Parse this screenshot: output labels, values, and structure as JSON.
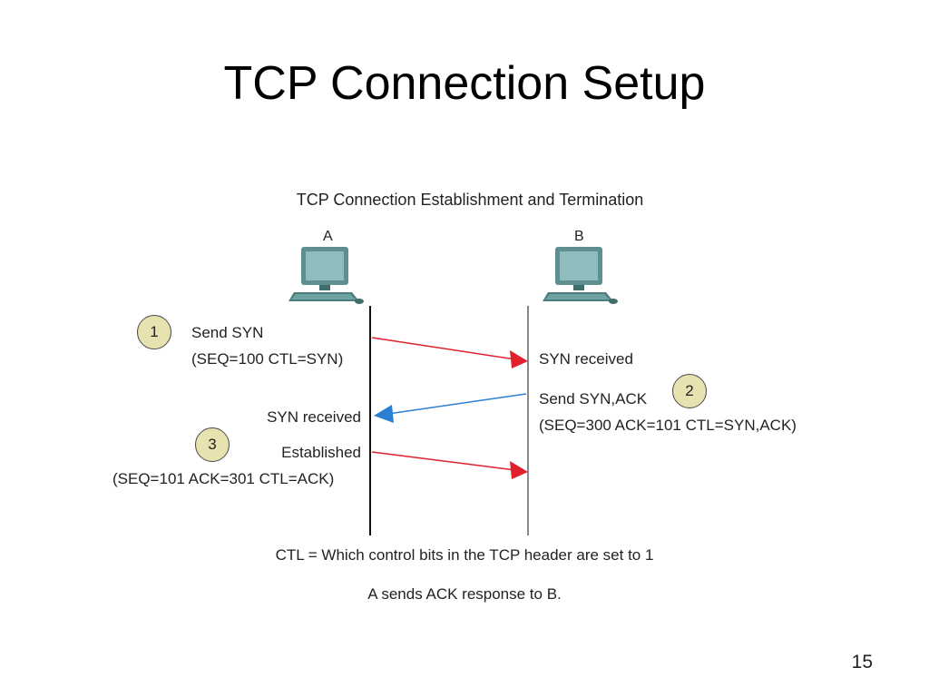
{
  "title": "TCP Connection Setup",
  "diagram": {
    "heading": "TCP Connection Establishment and Termination",
    "host_a": {
      "label": "A"
    },
    "host_b": {
      "label": "B"
    },
    "steps": [
      {
        "badge": "1",
        "lines": [
          "Send SYN",
          "(SEQ=100 CTL=SYN)"
        ],
        "arrow": "A-to-B",
        "arrow_color": "#e0202a",
        "receiver_text": "SYN received"
      },
      {
        "badge": "2",
        "lines": [
          "Send SYN,ACK",
          "(SEQ=300 ACK=101 CTL=SYN,ACK)"
        ],
        "arrow": "B-to-A",
        "arrow_color": "#2a7fd4",
        "receiver_text": "SYN received"
      },
      {
        "badge": "3",
        "lines": [
          "Established",
          "(SEQ=101 ACK=301 CTL=ACK)"
        ],
        "arrow": "A-to-B",
        "arrow_color": "#e0202a"
      }
    ],
    "footnote_1": "CTL = Which control bits in the TCP header are set to 1",
    "footnote_2": "A sends ACK response to B."
  },
  "page_number": "15"
}
